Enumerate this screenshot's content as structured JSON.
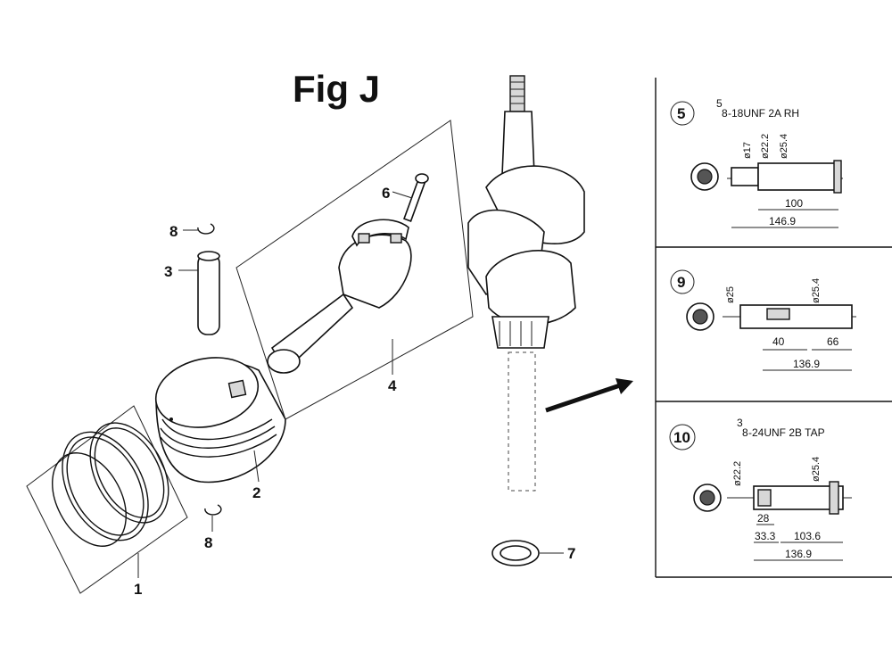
{
  "figure": {
    "title": "Fig J"
  },
  "callouts": {
    "piston_rings": "1",
    "piston": "2",
    "piston_pin": "3",
    "connecting_rod": "4",
    "rod_bolt": "6",
    "oil_seal": "7",
    "clip_top": "8",
    "clip_bottom": "8"
  },
  "crankshaft_variants": [
    {
      "id": "5",
      "thread": {
        "frac_num": "5",
        "frac_den": "8",
        "spec": "-18UNF 2A RH"
      },
      "diameters": [
        "ø17",
        "ø22.2",
        "ø25.4"
      ],
      "lengths": [
        "100",
        "146.9"
      ]
    },
    {
      "id": "9",
      "thread": null,
      "diameters": [
        "ø25",
        "ø25.4"
      ],
      "lengths": [
        "40",
        "66",
        "136.9"
      ]
    },
    {
      "id": "10",
      "thread": {
        "frac_num": "3",
        "frac_den": "8",
        "spec": "-24UNF 2B TAP"
      },
      "diameters": [
        "ø22.2",
        "ø25.4"
      ],
      "lengths": [
        "28",
        "33.3",
        "103.6",
        "136.9"
      ]
    }
  ]
}
